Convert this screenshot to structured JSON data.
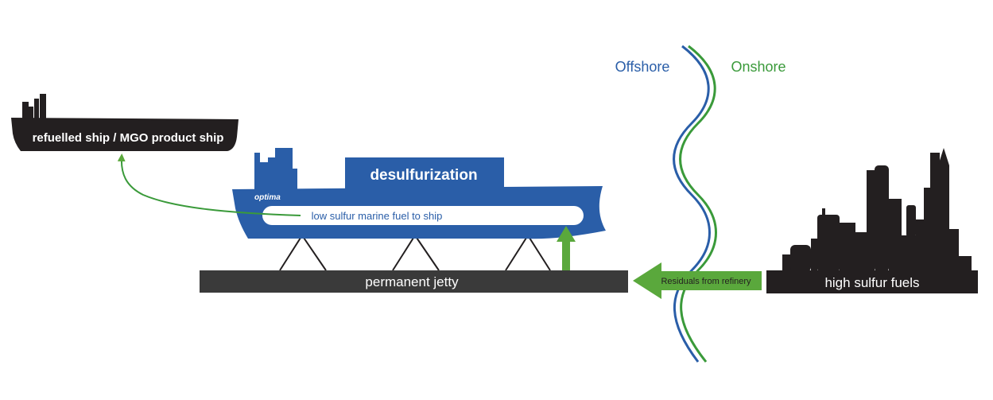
{
  "regions": {
    "offshore": "Offshore",
    "onshore": "Onshore"
  },
  "labels": {
    "refuelled_ship": "refuelled ship / MGO product ship",
    "desulfurization": "desulfurization",
    "brand": "optima",
    "low_sulfur": "low sulfur marine fuel to ship",
    "jetty": "permanent jetty",
    "residuals": "Residuals from refinery",
    "high_sulfur": "high sulfur fuels"
  },
  "colors": {
    "blue": "#2a5ea8",
    "green": "#3a9a3a",
    "arrow_green": "#5aa83c",
    "dark": "#231f20",
    "jetty": "#3a3a3a"
  }
}
